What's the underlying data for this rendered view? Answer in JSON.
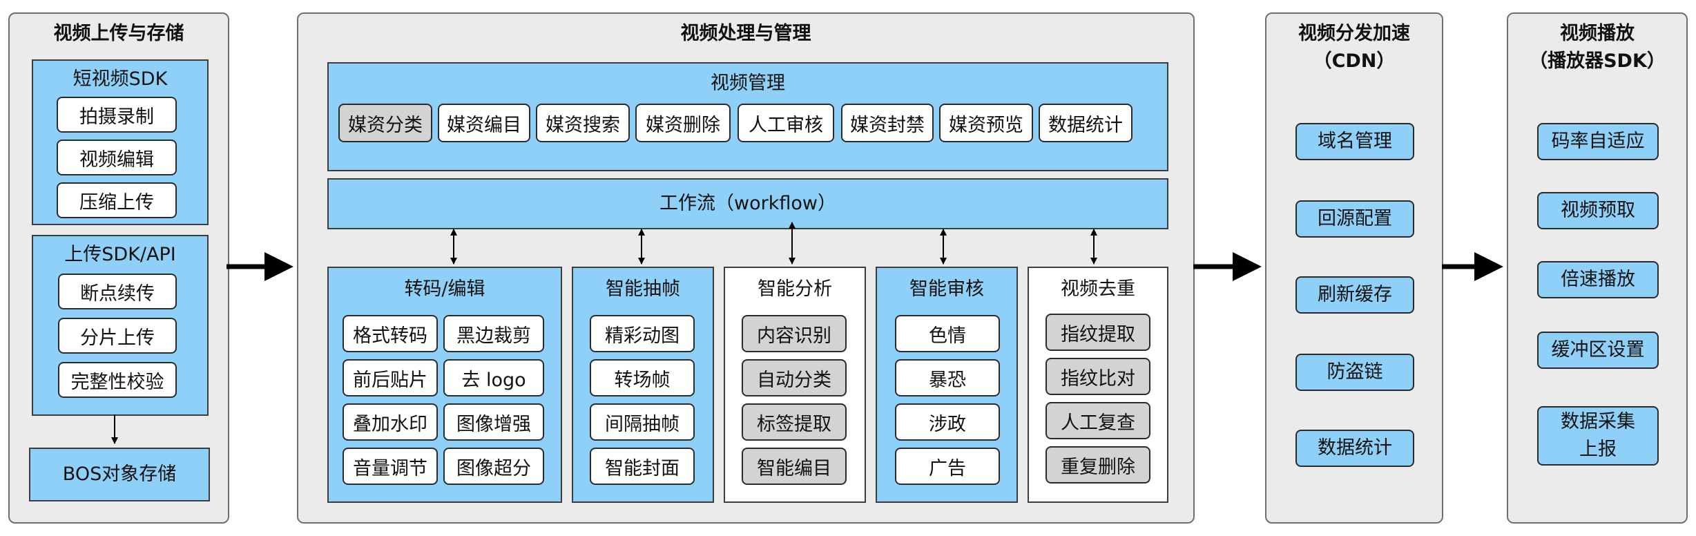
{
  "upload_panel": {
    "title": "视频上传与存储",
    "short_sdk": {
      "title": "短视频SDK",
      "items": [
        "拍摄录制",
        "视频编辑",
        "压缩上传"
      ]
    },
    "upload_sdk": {
      "title": "上传SDK/API",
      "items": [
        "断点续传",
        "分片上传",
        "完整性校验"
      ]
    },
    "bos": "BOS对象存储"
  },
  "processing_panel": {
    "title": "视频处理与管理",
    "management": {
      "title": "视频管理",
      "items": [
        "媒资分类",
        "媒资编目",
        "媒资搜索",
        "媒资删除",
        "人工审核",
        "媒资封禁",
        "媒资预览",
        "数据统计"
      ]
    },
    "workflow": "工作流（workflow）",
    "modules": [
      {
        "title": "转码/编辑",
        "items": [
          "格式转码",
          "黑边裁剪",
          "前后贴片",
          "去 logo",
          "叠加水印",
          "图像增强",
          "音量调节",
          "图像超分"
        ]
      },
      {
        "title": "智能抽帧",
        "items": [
          "精彩动图",
          "转场帧",
          "间隔抽帧",
          "智能封面"
        ]
      },
      {
        "title": "智能分析",
        "items": [
          "内容识别",
          "自动分类",
          "标签提取",
          "智能编目"
        ]
      },
      {
        "title": "智能审核",
        "items": [
          "色情",
          "暴恐",
          "涉政",
          "广告"
        ]
      },
      {
        "title": "视频去重",
        "items": [
          "指纹提取",
          "指纹比对",
          "人工复查",
          "重复删除"
        ]
      }
    ]
  },
  "cdn_panel": {
    "title_line1": "视频分发加速",
    "title_line2": "（CDN）",
    "items": [
      "域名管理",
      "回源配置",
      "刷新缓存",
      "防盗链",
      "数据统计"
    ]
  },
  "player_panel": {
    "title_line1": "视频播放",
    "title_line2": "（播放器SDK）",
    "items": [
      "码率自适应",
      "视频预取",
      "倍速播放",
      "缓冲区设置"
    ],
    "last_line1": "数据采集",
    "last_line2": "上报"
  },
  "colors": {
    "blue": "#8ed0f7",
    "panel": "#ebebeb",
    "gray_chip": "#d3d3d3"
  }
}
